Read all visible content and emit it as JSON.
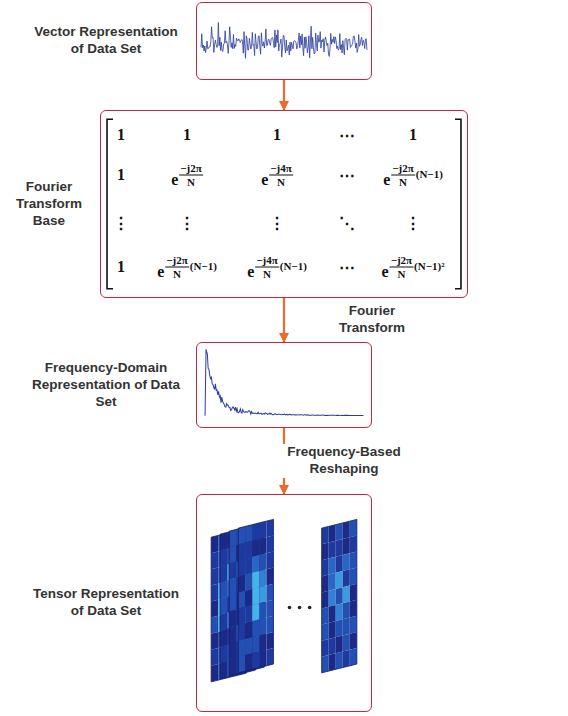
{
  "diagram": {
    "nodes": [
      {
        "text": [
          "Vector Representation of Data Set"
        ]
      },
      {
        "text": [
          "Fourier Transform Base"
        ]
      },
      {
        "text": [
          "Frequency-Domain Representation of Data Set"
        ]
      },
      {
        "text": [
          "Tensor Representation of Data Set"
        ]
      }
    ],
    "edges": [
      {
        "from": 0,
        "to": 1,
        "arrow": "to"
      },
      {
        "from": 1,
        "to": 2,
        "label": "Fourier Transform",
        "arrow": "to"
      },
      {
        "from": 2,
        "to": 3,
        "label": "Frequency-Based Reshaping",
        "arrow": "to"
      }
    ],
    "labels": [
      "1",
      "1",
      "1",
      "⋯",
      "1",
      "1",
      "e",
      "−j2π",
      "N",
      "e",
      "−j4π",
      "N",
      "⋯",
      "e",
      "−j2π",
      "N",
      "(N−1)",
      "⋮",
      "⋮",
      "⋮",
      "⋱",
      "⋮",
      "1",
      "e",
      "−j2π",
      "N",
      "(N−1)",
      "e",
      "−j4π",
      "N",
      "(N−1)",
      "⋯",
      "e",
      "−j2π",
      "N",
      "(N−1)²"
    ]
  }
}
